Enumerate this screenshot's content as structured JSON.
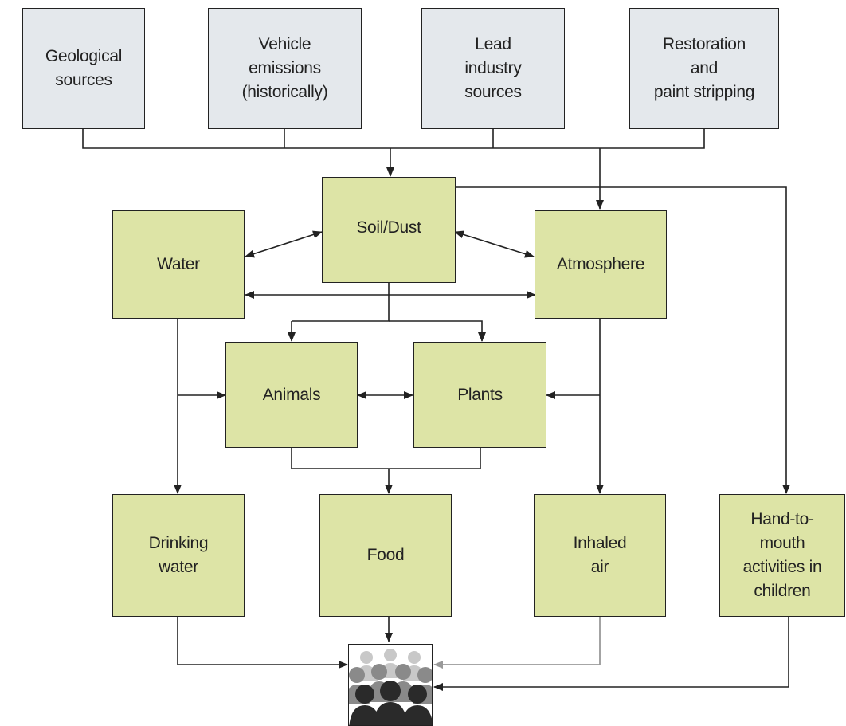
{
  "sources": [
    {
      "id": "geological",
      "label": "Geological\nsources"
    },
    {
      "id": "vehicle",
      "label": "Vehicle\nemissions\n(historically)"
    },
    {
      "id": "lead-industry",
      "label": "Lead\nindustry\nsources"
    },
    {
      "id": "restoration",
      "label": "Restoration\nand\npaint stripping"
    }
  ],
  "nodes": [
    {
      "id": "soil-dust",
      "label": "Soil/Dust"
    },
    {
      "id": "water",
      "label": "Water"
    },
    {
      "id": "atmosphere",
      "label": "Atmosphere"
    },
    {
      "id": "animals",
      "label": "Animals"
    },
    {
      "id": "plants",
      "label": "Plants"
    }
  ],
  "exposures": [
    {
      "id": "drinking-water",
      "label": "Drinking\nwater"
    },
    {
      "id": "food",
      "label": "Food"
    },
    {
      "id": "inhaled-air",
      "label": "Inhaled\nair"
    },
    {
      "id": "hand-to-mouth",
      "label": "Hand-to-\nmouth\nactivities in\nchildren"
    }
  ],
  "people_icon": "crowd-silhouette-icon",
  "colors": {
    "source_fill": "#e4e8ec",
    "node_fill": "#dde4a6",
    "line": "#222222",
    "gray_line": "#999999"
  }
}
